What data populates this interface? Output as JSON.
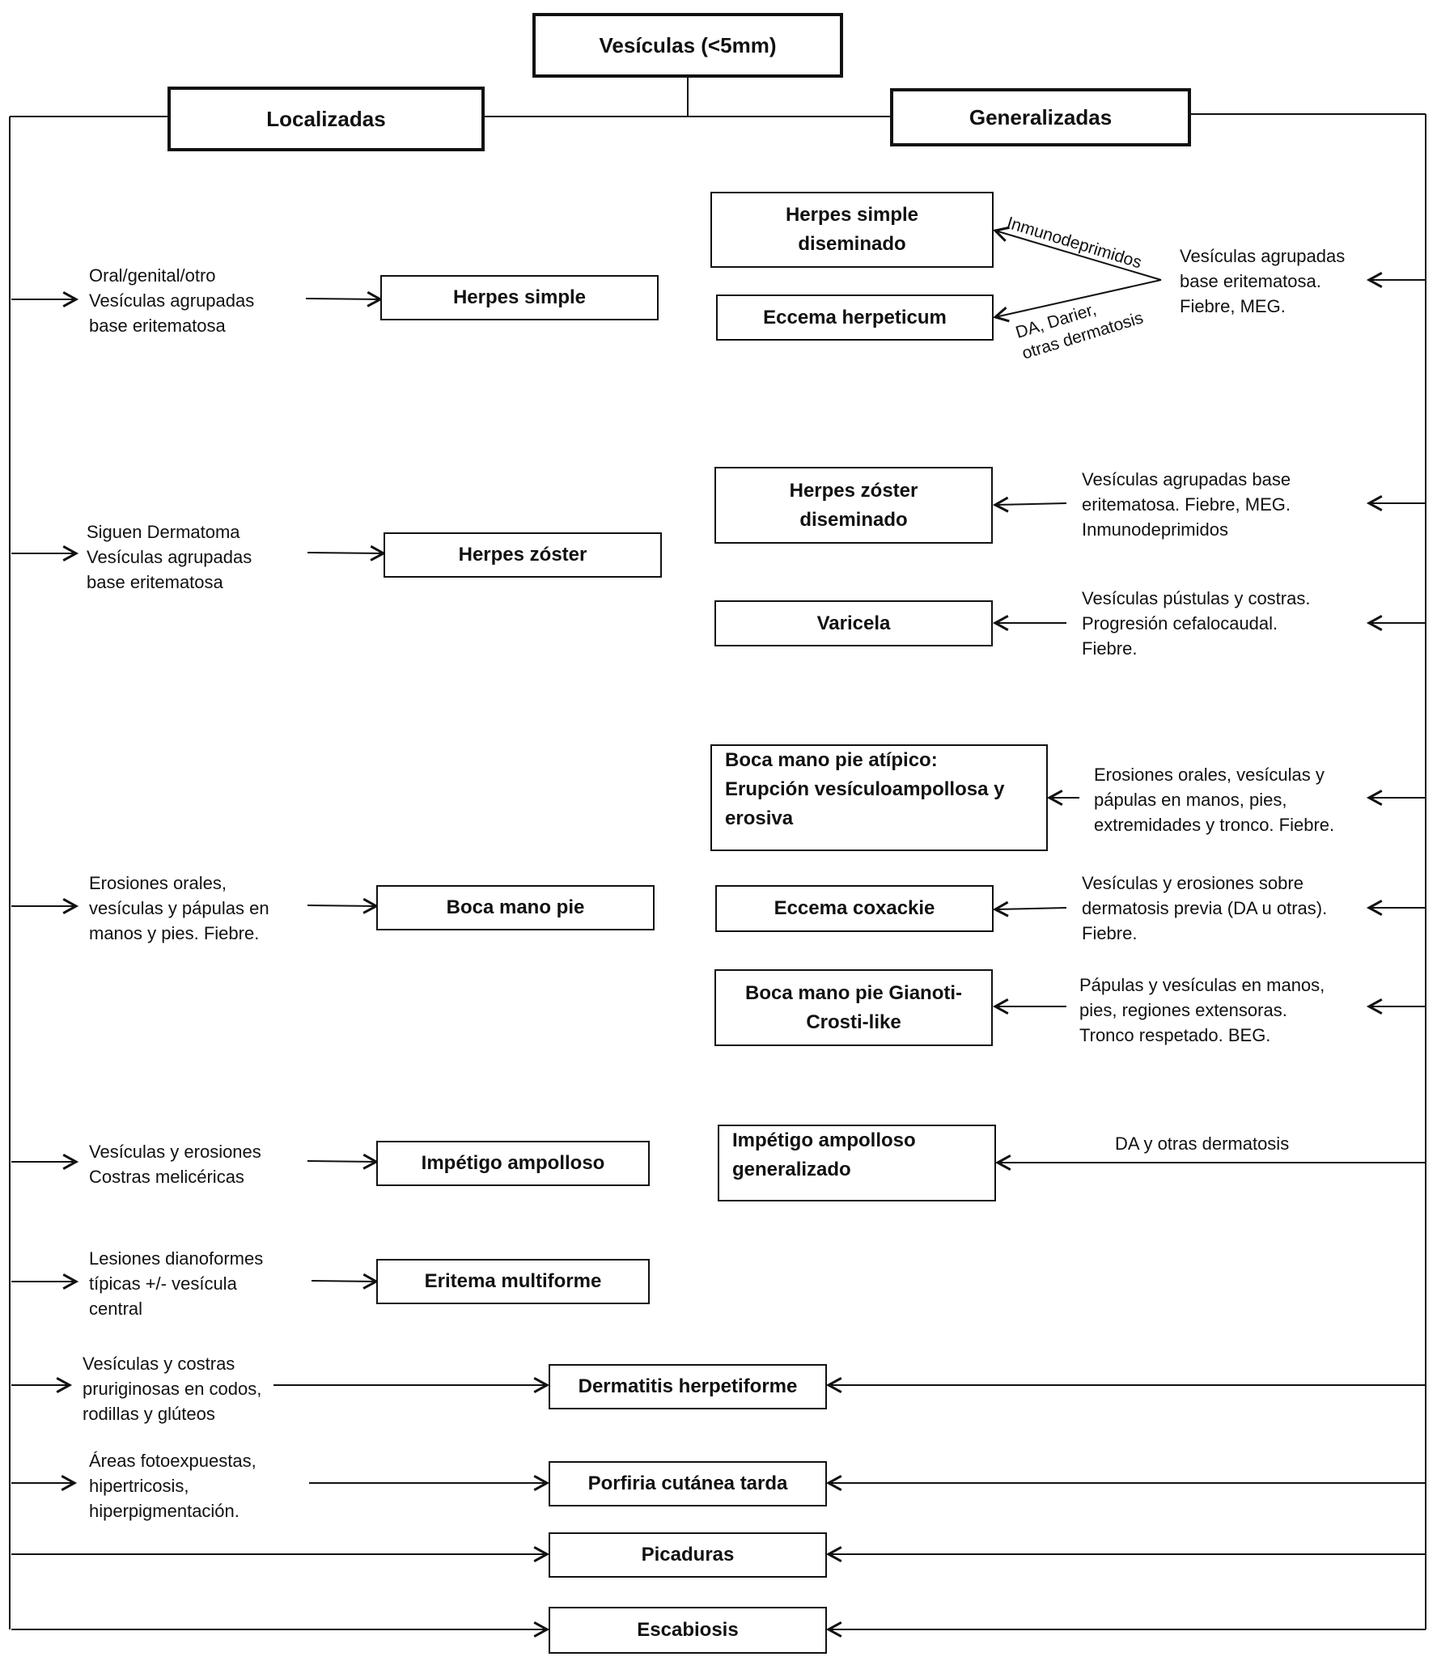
{
  "colors": {
    "line": "#111111",
    "background": "#ffffff"
  },
  "root": {
    "label": "Vesículas (<5mm)"
  },
  "branches": {
    "left": "Localizadas",
    "right": "Generalizadas"
  },
  "left": {
    "herpes_simple": {
      "criteria": [
        "Oral/genital/otro",
        "Vesículas agrupadas",
        "base eritematosa"
      ],
      "diagnosis": "Herpes simple"
    },
    "herpes_zoster": {
      "criteria": [
        "Siguen Dermatoma",
        "Vesículas agrupadas",
        "base eritematosa"
      ],
      "diagnosis": "Herpes zóster"
    },
    "boca_mano_pie": {
      "criteria": [
        "Erosiones orales,",
        "vesículas y pápulas  en",
        "manos y pies. Fiebre."
      ],
      "diagnosis": "Boca mano pie"
    },
    "impetigo": {
      "criteria": [
        "Vesículas y erosiones",
        "Costras melicéricas"
      ],
      "diagnosis": "Impétigo ampolloso"
    },
    "eritema": {
      "criteria": [
        "Lesiones dianoformes",
        "típicas +/- vesícula",
        "central"
      ],
      "diagnosis": "Eritema multiforme"
    },
    "dermatitis": {
      "criteria": [
        "Vesículas y costras",
        "pruriginosas en codos,",
        "rodillas y glúteos"
      ]
    },
    "porfiria": {
      "criteria": [
        "Áreas fotoexpuestas,",
        "hipertricosis,",
        "hiperpigmentación."
      ]
    }
  },
  "right": {
    "herpes_simple_group": {
      "criteria": [
        "Vesículas agrupadas",
        "base eritematosa.",
        "Fiebre, MEG."
      ],
      "to_diseminado": "Inmunodeprimidos",
      "to_eccema": [
        "DA, Darier,",
        "otras dermatosis"
      ],
      "diseminado": [
        "Herpes simple",
        "diseminado"
      ],
      "eccema_herpeticum": "Eccema herpeticum"
    },
    "zoster_diseminado": {
      "criteria": [
        "Vesículas agrupadas base",
        "eritematosa. Fiebre, MEG.",
        "Inmunodeprimidos"
      ],
      "diagnosis": [
        "Herpes zóster",
        "diseminado"
      ]
    },
    "varicela": {
      "criteria": [
        "Vesículas pústulas y costras.",
        "Progresión cefalocaudal.",
        "Fiebre."
      ],
      "diagnosis": "Varicela"
    },
    "bmp_atipico": {
      "criteria": [
        "Erosiones orales, vesículas y",
        "pápulas en manos, pies,",
        "extremidades y tronco. Fiebre."
      ],
      "diagnosis": [
        "Boca mano pie atípico:",
        "Erupción vesículoampollosa y",
        "erosiva"
      ]
    },
    "eccema_coxackie": {
      "criteria": [
        "Vesículas y erosiones sobre",
        "dermatosis previa (DA u otras).",
        "Fiebre."
      ],
      "diagnosis": "Eccema coxackie"
    },
    "gianotti": {
      "criteria": [
        "Pápulas y vesículas en manos,",
        "pies, regiones extensoras.",
        "Tronco respetado. BEG."
      ],
      "diagnosis": [
        "Boca mano pie Gianoti-",
        "Crosti-like"
      ]
    },
    "impetigo_gen": {
      "criteria": "DA y otras dermatosis",
      "diagnosis": [
        "Impétigo ampolloso",
        "generalizado"
      ]
    }
  },
  "shared": {
    "dermatitis": "Dermatitis herpetiforme",
    "porfiria": "Porfiria cutánea tarda",
    "picaduras": "Picaduras",
    "escabiosis": "Escabiosis"
  }
}
